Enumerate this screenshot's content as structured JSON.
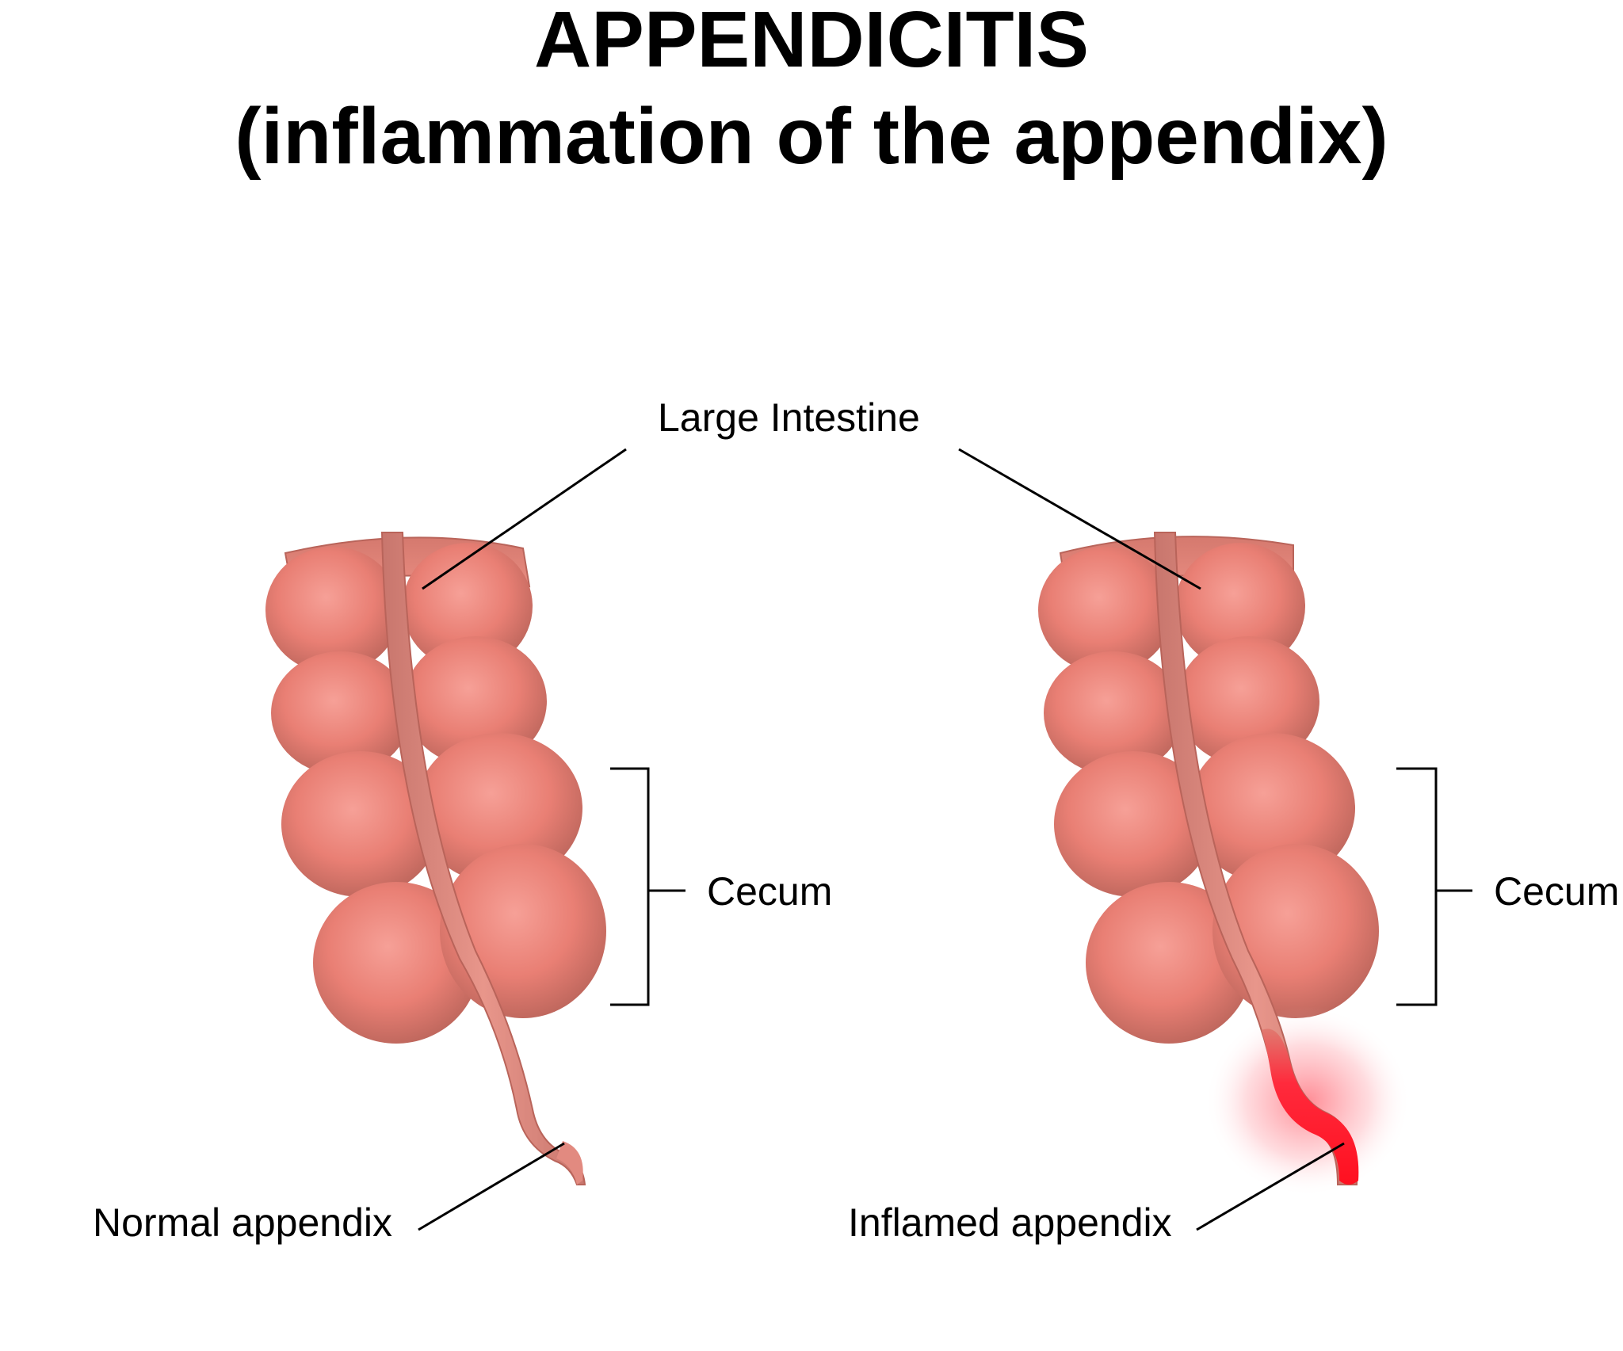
{
  "title": {
    "main": "APPENDICITIS",
    "subtitle": "(inflammation of the appendix)"
  },
  "labels": {
    "large_intestine": "Large Intestine",
    "cecum_left": "Cecum",
    "cecum_right": "Cecum",
    "normal_appendix": "Normal appendix",
    "inflamed_appendix": "Inflamed appendix"
  },
  "colors": {
    "intestine_light": "#f4948a",
    "intestine_mid": "#e4796e",
    "intestine_dark": "#b85e54",
    "band": "#dc8a80",
    "inflamed": "#ff1a2e",
    "line": "#000000"
  }
}
